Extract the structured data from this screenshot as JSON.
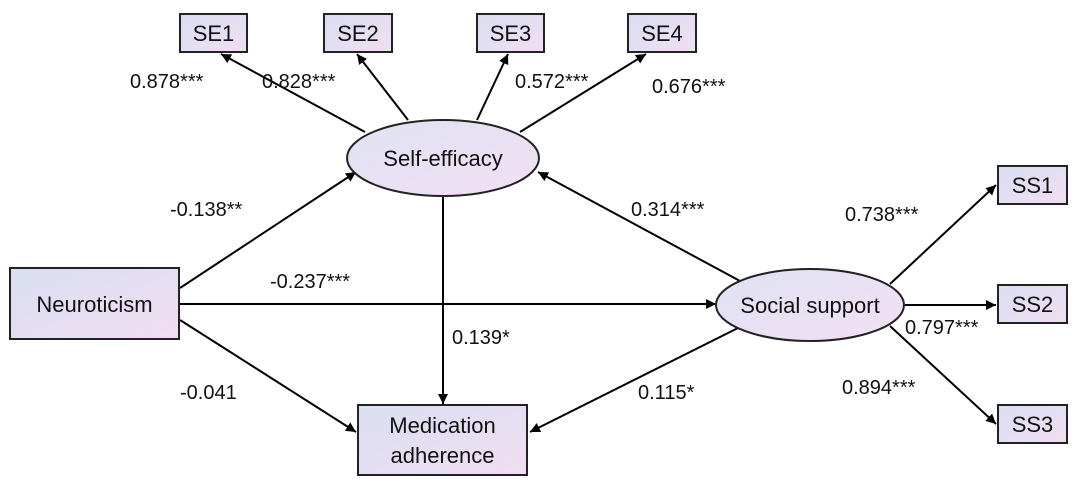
{
  "nodes": {
    "se1": "SE1",
    "se2": "SE2",
    "se3": "SE3",
    "se4": "SE4",
    "self_efficacy": "Self-efficacy",
    "neuroticism": "Neuroticism",
    "social_support": "Social support",
    "medication_adherence_line1": "Medication",
    "medication_adherence_line2": "adherence",
    "ss1": "SS1",
    "ss2": "SS2",
    "ss3": "SS3"
  },
  "coefficients": {
    "se1": "0.878***",
    "se2": "0.828***",
    "se3": "0.572***",
    "se4": "0.676***",
    "neuro_to_self": "-0.138**",
    "neuro_to_social": "-0.237***",
    "neuro_to_med": "-0.041",
    "self_to_med": "0.139*",
    "social_to_self": "0.314***",
    "social_to_med": "0.115*",
    "ss1": "0.738***",
    "ss2": "0.797***",
    "ss3": "0.894***"
  },
  "colors": {
    "box_fill_left": "#d9dff2",
    "box_fill_right": "#f1ddf1",
    "border": "#222222",
    "arrow": "#000000"
  }
}
